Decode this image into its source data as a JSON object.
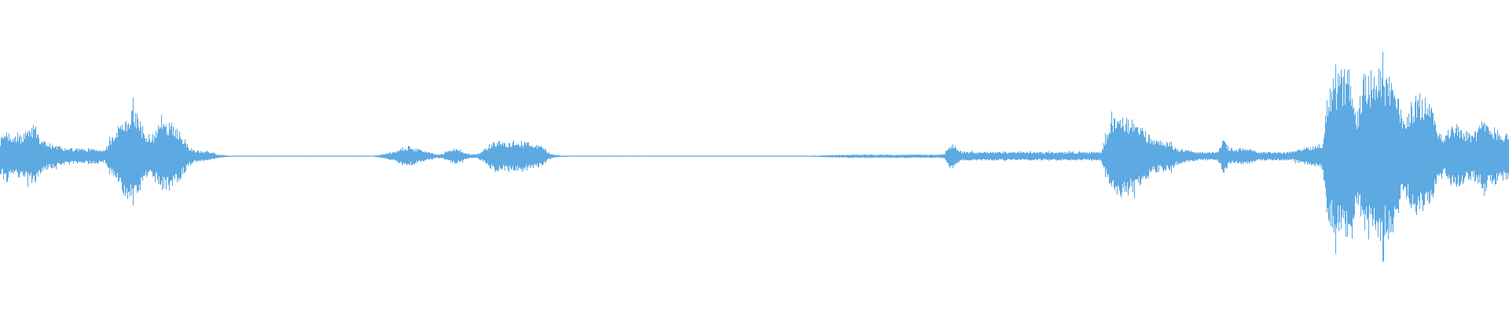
{
  "waveform": {
    "color": "#5DA9E2",
    "background": "#FFFFFF",
    "envelope": [
      0.2,
      0.32,
      0.22,
      0.24,
      0.26,
      0.3,
      0.38,
      0.2,
      0.16,
      0.14,
      0.12,
      0.1,
      0.1,
      0.09,
      0.09,
      0.09,
      0.09,
      0.08,
      0.07,
      0.22,
      0.32,
      0.42,
      0.52,
      0.56,
      0.44,
      0.24,
      0.24,
      0.34,
      0.4,
      0.4,
      0.36,
      0.28,
      0.16,
      0.08,
      0.07,
      0.06,
      0.05,
      0.03,
      0.015,
      0.008,
      0.006,
      0.006,
      0.006,
      0.006,
      0.006,
      0.006,
      0.006,
      0.006,
      0.006,
      0.006,
      0.006,
      0.006,
      0.006,
      0.006,
      0.006,
      0.006,
      0.006,
      0.006,
      0.006,
      0.006,
      0.006,
      0.006,
      0.006,
      0.006,
      0.006,
      0.012,
      0.03,
      0.04,
      0.06,
      0.1,
      0.12,
      0.1,
      0.08,
      0.06,
      0.04,
      0.02,
      0.03,
      0.06,
      0.09,
      0.08,
      0.03,
      0.02,
      0.03,
      0.07,
      0.14,
      0.18,
      0.18,
      0.17,
      0.18,
      0.18,
      0.17,
      0.16,
      0.14,
      0.12,
      0.05,
      0.02,
      0.01,
      0.008,
      0.006,
      0.006,
      0.006,
      0.006,
      0.006,
      0.006,
      0.006,
      0.006,
      0.006,
      0.006,
      0.006,
      0.006,
      0.006,
      0.006,
      0.006,
      0.006,
      0.006,
      0.006,
      0.006,
      0.006,
      0.006,
      0.006,
      0.006,
      0.006,
      0.006,
      0.006,
      0.006,
      0.006,
      0.006,
      0.006,
      0.006,
      0.006,
      0.006,
      0.006,
      0.006,
      0.006,
      0.006,
      0.006,
      0.006,
      0.006,
      0.006,
      0.006,
      0.008,
      0.01,
      0.012,
      0.014,
      0.016,
      0.018,
      0.02,
      0.02,
      0.02,
      0.02,
      0.02,
      0.02,
      0.02,
      0.02,
      0.02,
      0.02,
      0.02,
      0.02,
      0.02,
      0.02,
      0.02,
      0.02,
      0.025,
      0.14,
      0.1,
      0.06,
      0.05,
      0.05,
      0.05,
      0.05,
      0.05,
      0.05,
      0.05,
      0.05,
      0.05,
      0.05,
      0.05,
      0.05,
      0.05,
      0.05,
      0.05,
      0.05,
      0.05,
      0.05,
      0.05,
      0.05,
      0.05,
      0.05,
      0.05,
      0.05,
      0.28,
      0.44,
      0.48,
      0.46,
      0.44,
      0.38,
      0.34,
      0.26,
      0.2,
      0.18,
      0.18,
      0.16,
      0.1,
      0.08,
      0.07,
      0.06,
      0.05,
      0.05,
      0.05,
      0.05,
      0.2,
      0.1,
      0.08,
      0.1,
      0.08,
      0.08,
      0.05,
      0.05,
      0.05,
      0.05,
      0.05,
      0.05,
      0.06,
      0.08,
      0.1,
      0.12,
      0.14,
      0.16,
      0.8,
      0.9,
      1.0,
      1.0,
      1.0,
      0.5,
      0.95,
      1.0,
      1.0,
      1.0,
      1.0,
      0.9,
      0.7,
      0.4,
      0.6,
      0.72,
      0.72,
      0.68,
      0.54,
      0.3,
      0.22,
      0.36,
      0.38,
      0.34,
      0.28,
      0.28,
      0.36,
      0.4,
      0.36,
      0.32,
      0.28,
      0.28
    ]
  }
}
